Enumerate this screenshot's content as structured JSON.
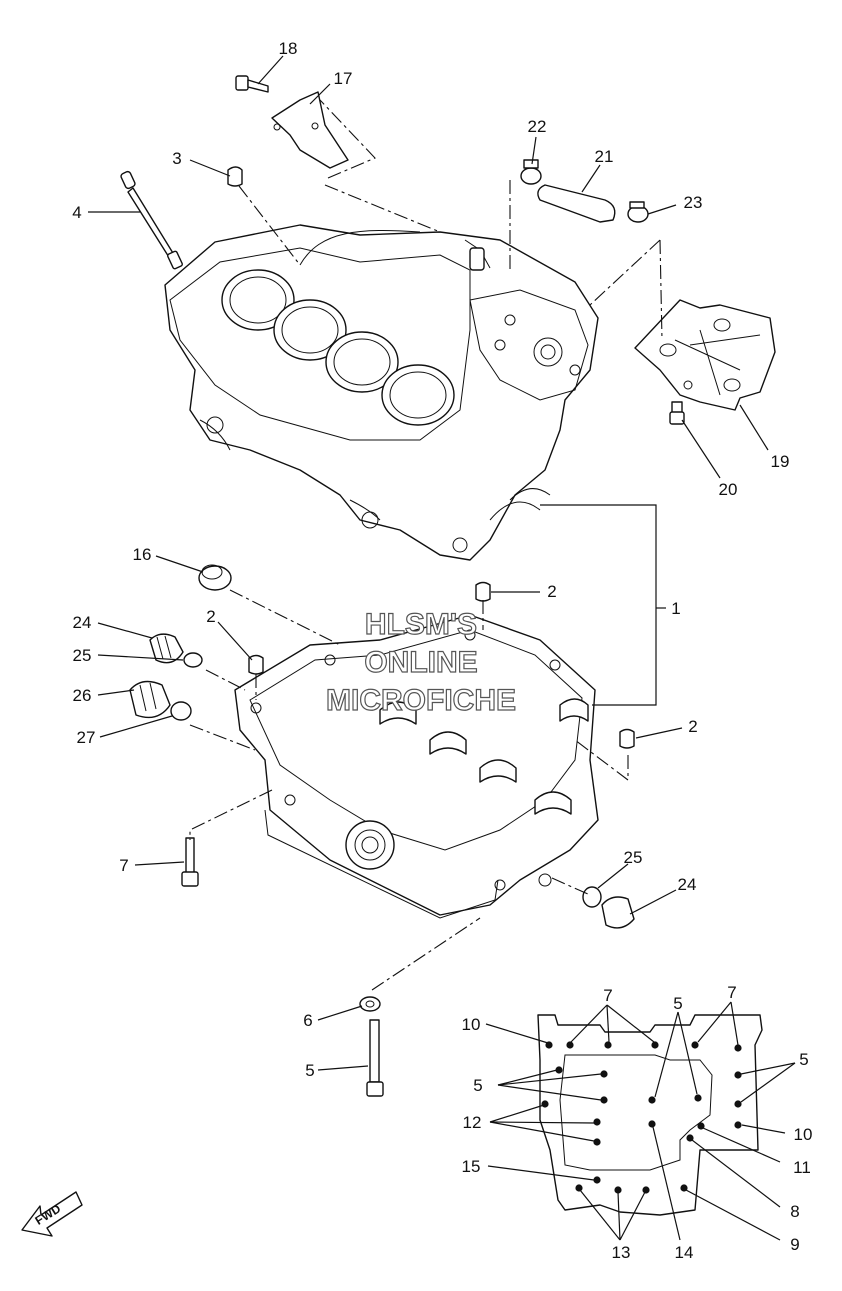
{
  "callouts": [
    {
      "id": "c18",
      "text": "18"
    },
    {
      "id": "c17",
      "text": "17"
    },
    {
      "id": "c3",
      "text": "3"
    },
    {
      "id": "c4",
      "text": "4"
    },
    {
      "id": "c22",
      "text": "22"
    },
    {
      "id": "c21",
      "text": "21"
    },
    {
      "id": "c23",
      "text": "23"
    },
    {
      "id": "c19",
      "text": "19"
    },
    {
      "id": "c20",
      "text": "20"
    },
    {
      "id": "c16",
      "text": "16"
    },
    {
      "id": "c2a",
      "text": "2"
    },
    {
      "id": "c2b",
      "text": "2"
    },
    {
      "id": "c2c",
      "text": "2"
    },
    {
      "id": "c1",
      "text": "1"
    },
    {
      "id": "c24a",
      "text": "24"
    },
    {
      "id": "c25a",
      "text": "25"
    },
    {
      "id": "c26",
      "text": "26"
    },
    {
      "id": "c27",
      "text": "27"
    },
    {
      "id": "c7a",
      "text": "7"
    },
    {
      "id": "c25b",
      "text": "25"
    },
    {
      "id": "c24b",
      "text": "24"
    },
    {
      "id": "c6",
      "text": "6"
    },
    {
      "id": "c5a",
      "text": "5"
    }
  ],
  "bolt_chart": {
    "labels": [
      {
        "id": "b10a",
        "text": "10"
      },
      {
        "id": "b7a",
        "text": "7"
      },
      {
        "id": "b5a",
        "text": "5"
      },
      {
        "id": "b7b",
        "text": "7"
      },
      {
        "id": "b5b",
        "text": "5"
      },
      {
        "id": "b5c",
        "text": "5"
      },
      {
        "id": "b10b",
        "text": "10"
      },
      {
        "id": "b12",
        "text": "12"
      },
      {
        "id": "b11",
        "text": "11"
      },
      {
        "id": "b15",
        "text": "15"
      },
      {
        "id": "b8",
        "text": "8"
      },
      {
        "id": "b9",
        "text": "9"
      },
      {
        "id": "b13",
        "text": "13"
      },
      {
        "id": "b14",
        "text": "14"
      }
    ]
  },
  "watermark": {
    "line1": "HLSM'S",
    "line2": "ONLINE",
    "line3": "MICROFICHE"
  },
  "fwd_label": "FWD"
}
